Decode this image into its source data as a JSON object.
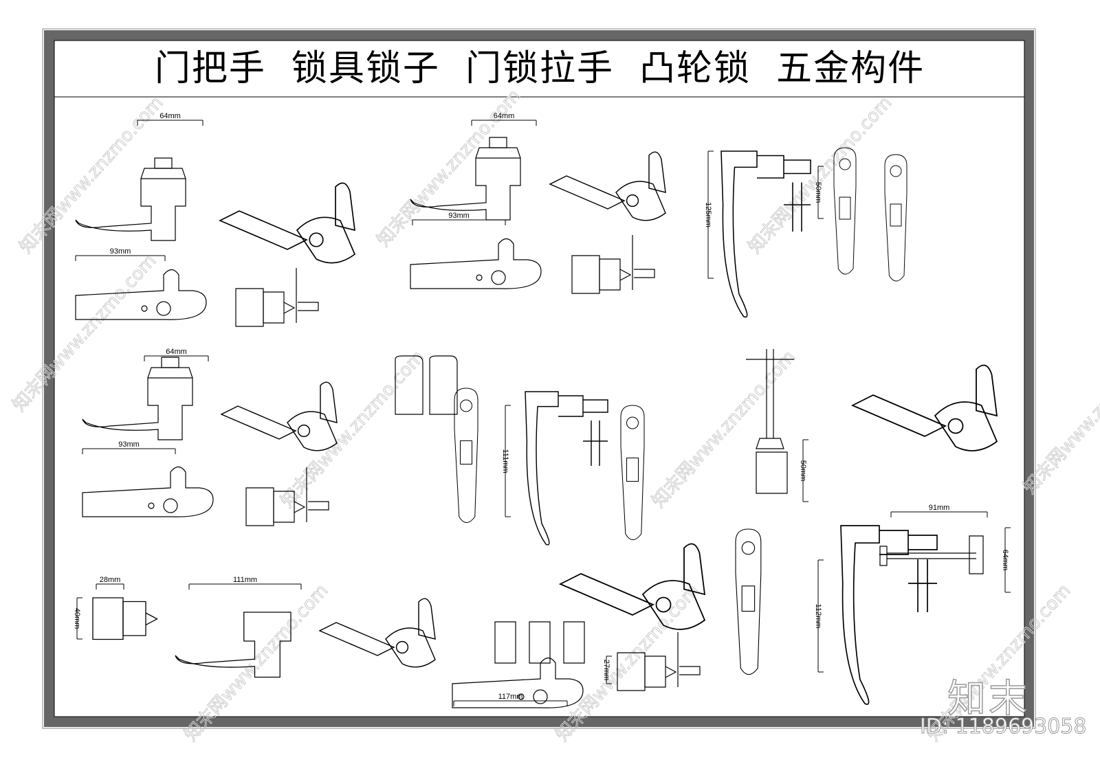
{
  "title": "门把手  锁具锁子  门锁拉手  凸轮锁  五金构件",
  "watermark": {
    "logo": "知末",
    "id": "ID: 1189693058",
    "site": "www.znzmo.com",
    "site_cn": "知末网"
  },
  "dimensions": [
    "64mm",
    "93mm",
    "64mm",
    "93mm",
    "125mm",
    "50mm",
    "64mm",
    "93mm",
    "111mm",
    "50mm",
    "91mm",
    "64mm",
    "28mm",
    "40mm",
    "111mm",
    "112mm",
    "117mm",
    "27mm"
  ],
  "colors": {
    "frame": "#666666",
    "line": "#000000"
  }
}
